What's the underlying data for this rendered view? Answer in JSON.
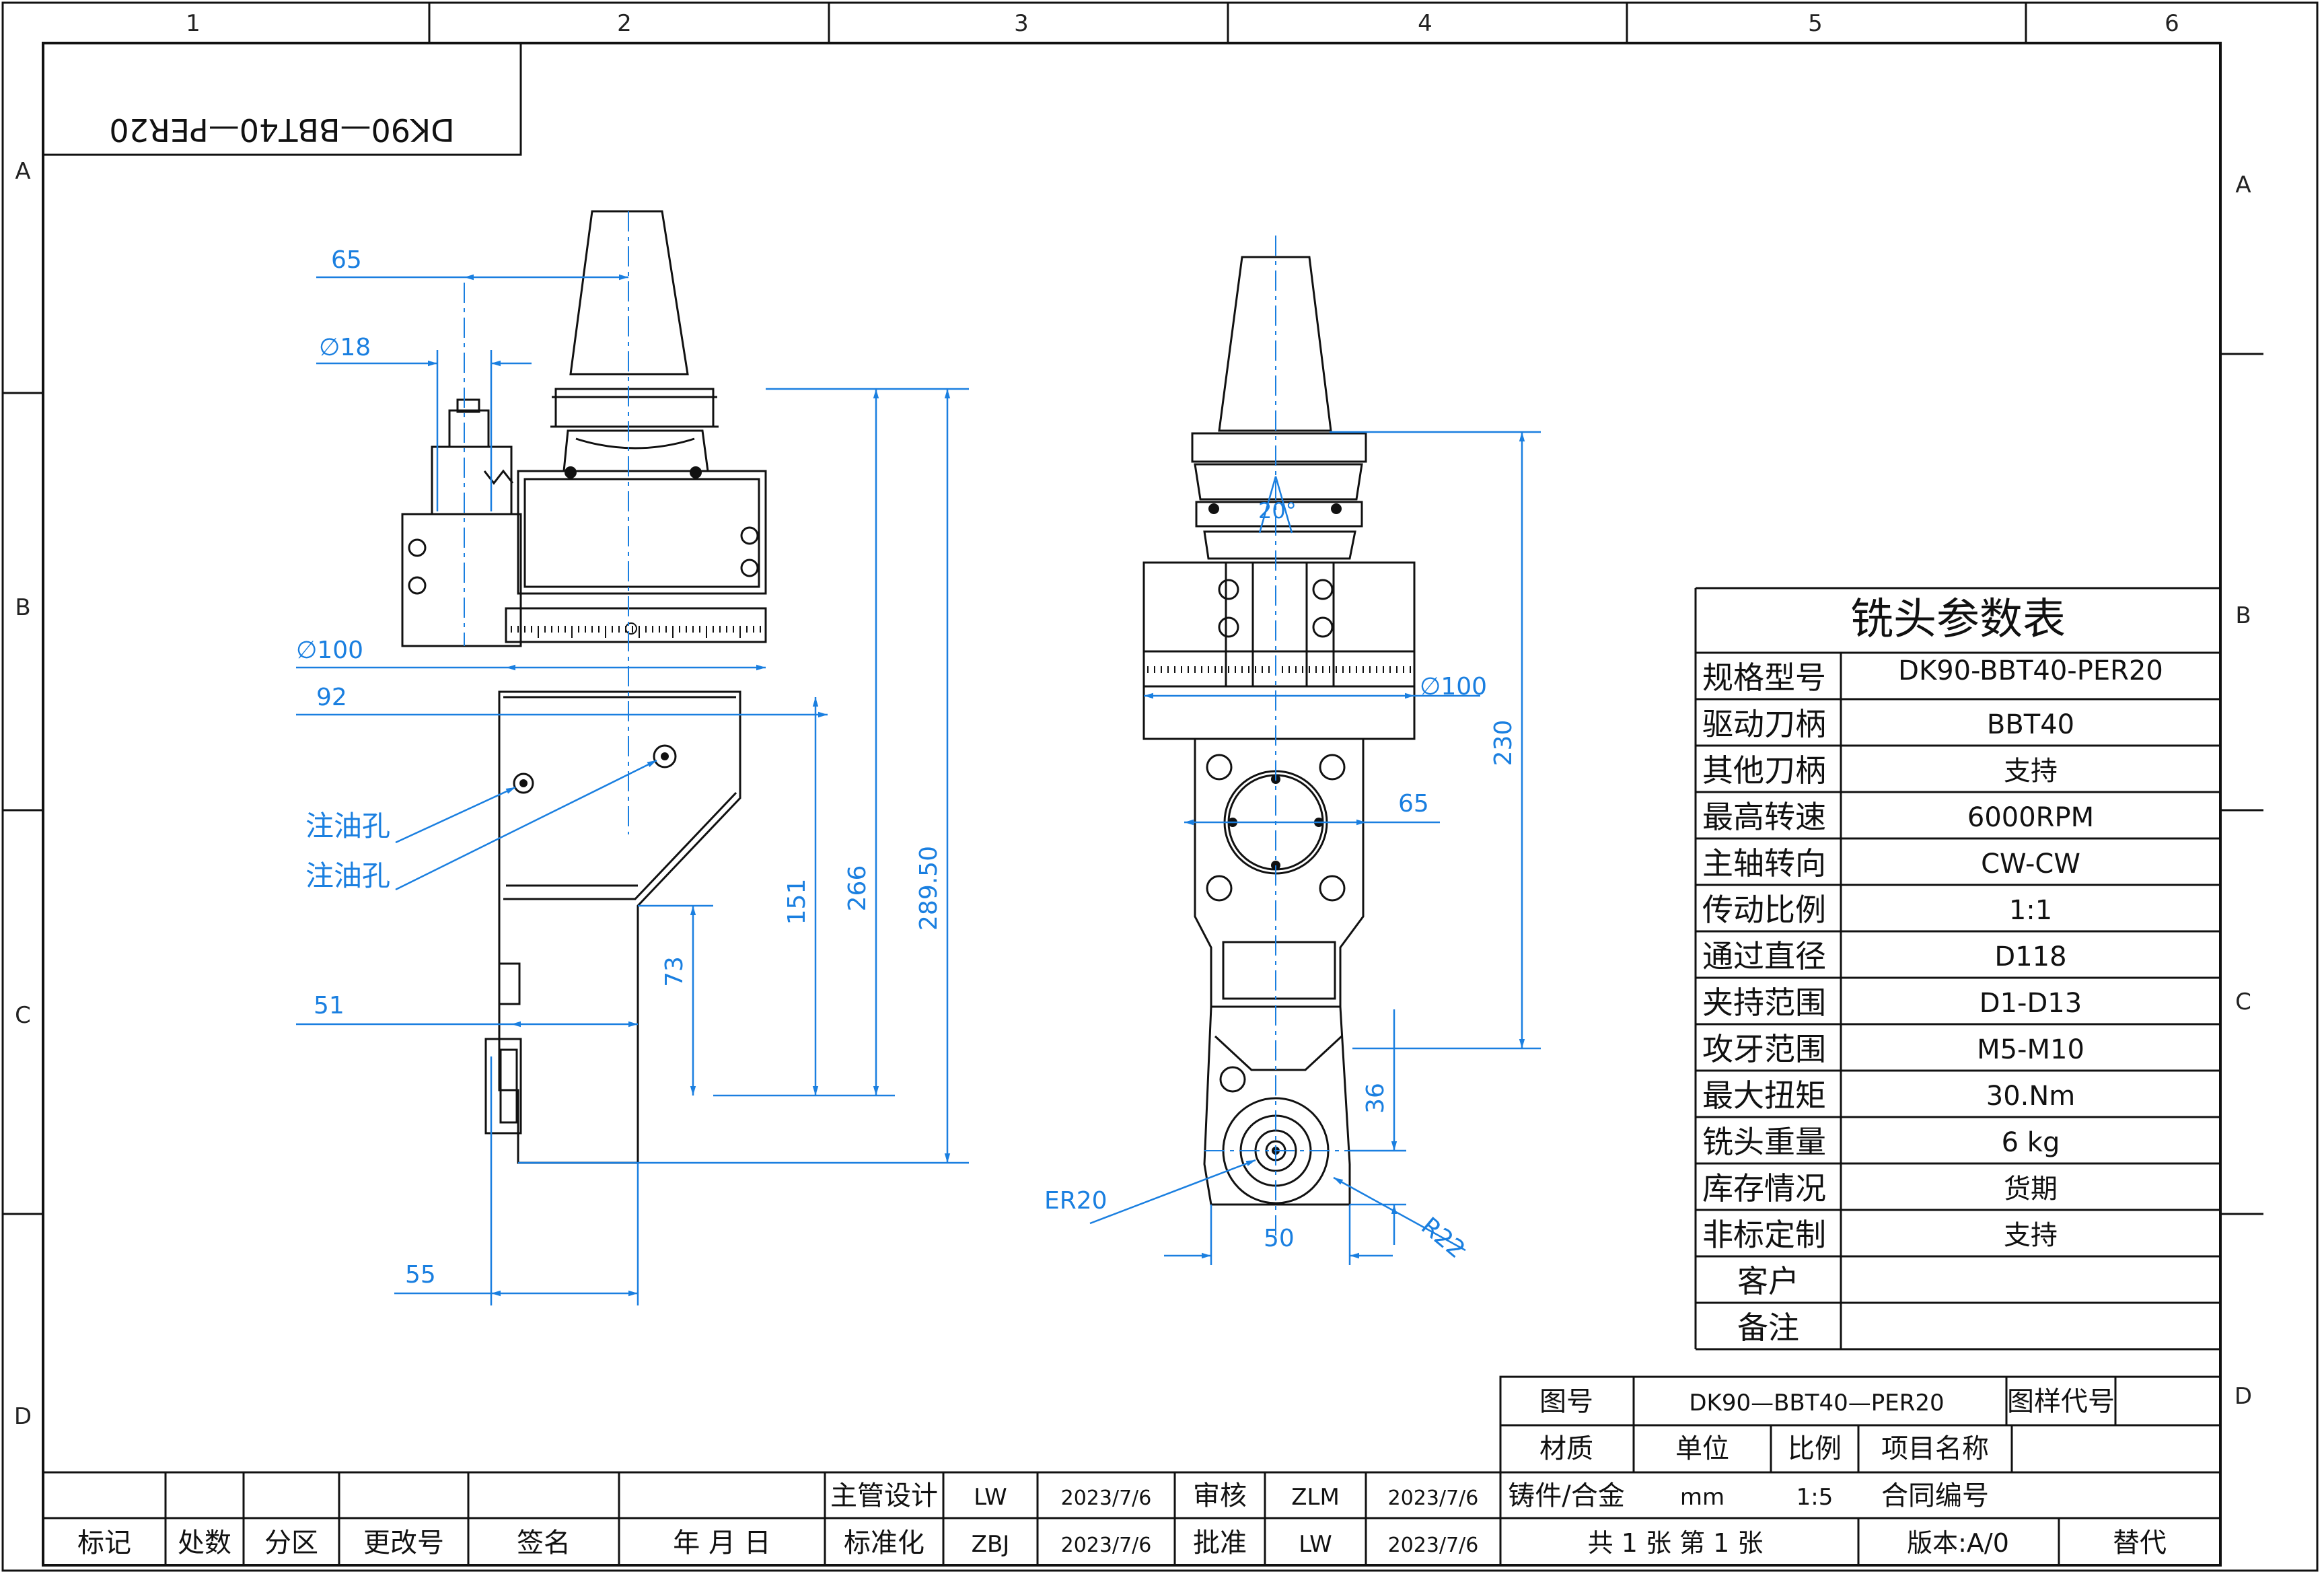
{
  "drawing": {
    "title_box_mirrored": "DK90—BBT40—PER20",
    "zone_numbers": [
      "1",
      "2",
      "3",
      "4",
      "5",
      "6"
    ],
    "zone_letters": [
      "A",
      "B",
      "C",
      "D"
    ],
    "colors": {
      "line": "#111111",
      "dimension": "#1a7fe0",
      "paper": "#ffffff"
    }
  },
  "side_view": {
    "dims": {
      "d65": "65",
      "d18": "∅18",
      "d100": "∅100",
      "d92": "92",
      "d51": "51",
      "d55": "55",
      "d151": "151",
      "d266": "266",
      "d289": "289.50",
      "d73": "73"
    },
    "oil_hole_1": "注油孔",
    "oil_hole_2": "注油孔"
  },
  "front_view": {
    "dims": {
      "angle": "20°",
      "d100": "∅100",
      "d230": "230",
      "d65": "65",
      "d36": "36",
      "d50": "50",
      "er20": "ER20",
      "r22": "R22"
    }
  },
  "param_table": {
    "title": "铣头参数表",
    "rows": [
      {
        "label": "规格型号",
        "value": "DK90-BBT40-PER20"
      },
      {
        "label": "驱动刀柄",
        "value": "BBT40"
      },
      {
        "label": "其他刀柄",
        "value": "支持"
      },
      {
        "label": "最高转速",
        "value": "6000RPM"
      },
      {
        "label": "主轴转向",
        "value": "CW-CW"
      },
      {
        "label": "传动比例",
        "value": "1:1"
      },
      {
        "label": "通过直径",
        "value": "D118"
      },
      {
        "label": "夹持范围",
        "value": "D1-D13"
      },
      {
        "label": "攻牙范围",
        "value": "M5-M10"
      },
      {
        "label": "最大扭矩",
        "value": "30.Nm"
      },
      {
        "label": "铣头重量",
        "value": "6     kg"
      },
      {
        "label": "库存情况",
        "value": "货期"
      },
      {
        "label": "非标定制",
        "value": "支持"
      },
      {
        "label": "客户",
        "value": ""
      },
      {
        "label": "备注",
        "value": ""
      }
    ]
  },
  "title_block": {
    "drawing_no_label": "图号",
    "drawing_no": "DK90—BBT40—PER20",
    "sample_code_label": "图样代号",
    "material_label": "材质",
    "unit_label": "单位",
    "scale_label": "比例",
    "project_label": "项目名称",
    "material": "铸件/合金",
    "unit": "mm",
    "scale": "1:5",
    "contract_label": "合同编号",
    "designer_label": "主管设计",
    "designer": "LW",
    "designer_date": "2023/7/6",
    "review_label": "审核",
    "reviewer": "ZLM",
    "review_date": "2023/7/6",
    "standard_label": "标准化",
    "standardizer": "ZBJ",
    "standard_date": "2023/7/6",
    "approve_label": "批准",
    "approver": "LW",
    "approve_date": "2023/7/6",
    "sheets": "共 1 张  第 1 张",
    "version": "版本:A/0",
    "replace": "替代",
    "rev_headers": [
      "标记",
      "处数",
      "分区",
      "更改号",
      "签名",
      "年  月  日"
    ]
  }
}
